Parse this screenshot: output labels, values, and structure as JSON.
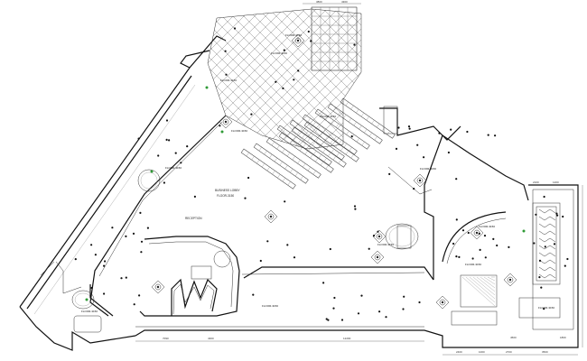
{
  "colors": {
    "line": "#111111",
    "accent": "#2e9a35",
    "background": "#ffffff"
  },
  "ceiling_tags": [
    "FLOOR-3150",
    "FLOOR-3150",
    "FLOOR-3150",
    "FLOOR-3150",
    "FLOOR-3150",
    "FLOOR-3150",
    "FLOOR-3150",
    "FLOOR-3150",
    "FLOOR-3150",
    "FLOOR-3150",
    "FLOOR-3150",
    "FLOOR-3150",
    "FLOOR-3150"
  ],
  "room_labels": {
    "entrance_lobby": "BUSINESS LOBBY",
    "lobby_code": "FLOOR-3150",
    "reception": "RECEPTION"
  },
  "dimensions": [
    "7090",
    "4300",
    "12200",
    "2400",
    "1000",
    "2700",
    "3500",
    "3800",
    "4300",
    "2100",
    "1200",
    "4500",
    "1800"
  ]
}
